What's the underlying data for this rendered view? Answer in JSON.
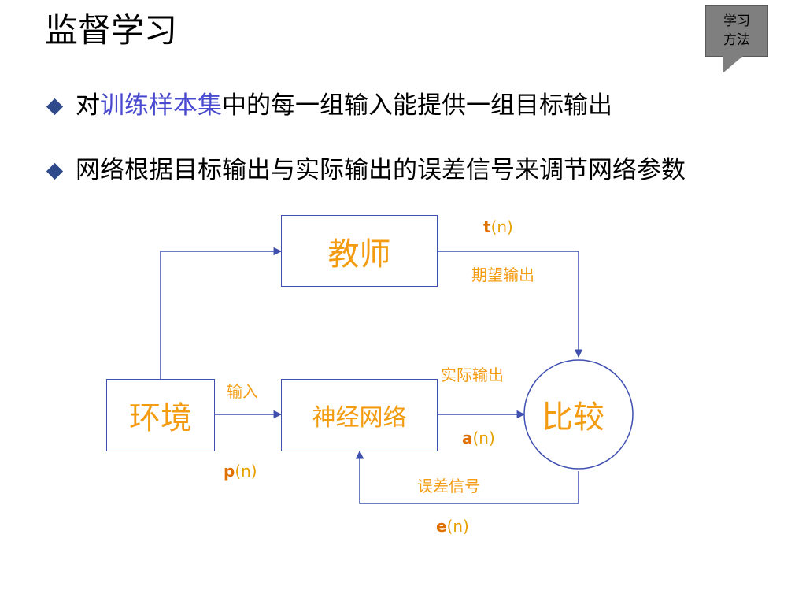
{
  "title": "监督学习",
  "callout": {
    "line1": "学习",
    "line2": "方法"
  },
  "bullets": [
    {
      "pre": "对",
      "highlight": "训练样本集",
      "post": "中的每一组输入能提供一组目标输出"
    },
    {
      "text": "网络根据目标输出与实际输出的误差信号来调节网络参数"
    }
  ],
  "nodes": {
    "teacher": "教师",
    "environment": "环境",
    "network": "神经网络",
    "compare": "比较"
  },
  "labels": {
    "desired_output": "期望输出",
    "actual_output": "实际输出",
    "input": "输入",
    "error_signal": "误差信号"
  },
  "variables": {
    "t": {
      "letter": "t",
      "arg": "(n)"
    },
    "a": {
      "letter": "a",
      "arg": "(n)"
    },
    "p": {
      "letter": "p",
      "arg": "(n)"
    },
    "e": {
      "letter": "e",
      "arg": "(n)"
    }
  },
  "colors": {
    "box_text": "#f39c12",
    "wire": "#3f4fb0",
    "highlight": "#4a4ad0",
    "callout": "#7f7f7f"
  }
}
